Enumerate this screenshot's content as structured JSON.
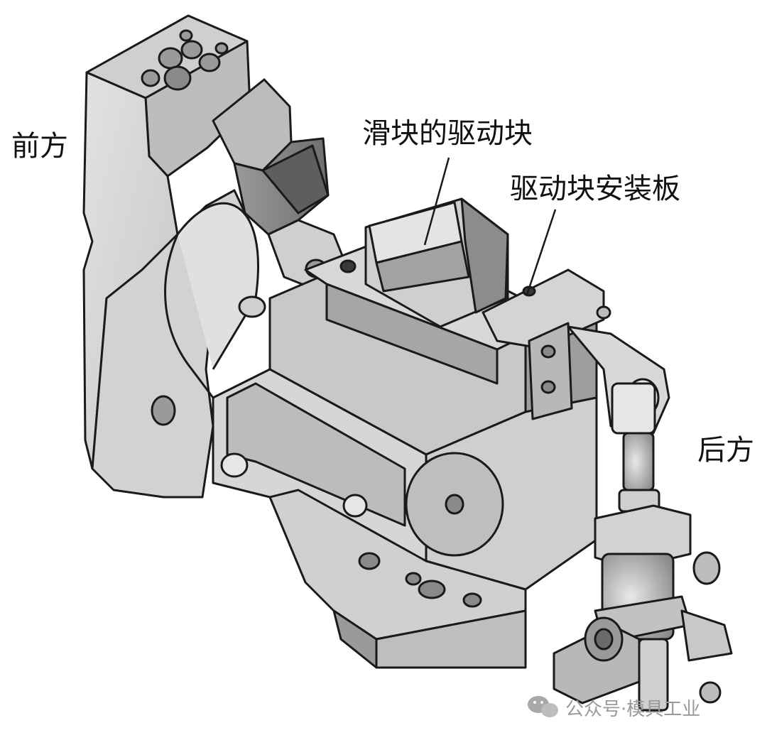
{
  "labels": {
    "front": "前方",
    "slider_drive_block": "滑块的驱动块",
    "drive_block_mount_plate": "驱动块安装板",
    "rear": "后方"
  },
  "watermark": {
    "icon": "wechat-icon",
    "text": "公众号·模具工业"
  },
  "colors": {
    "line": "#1a1a1a",
    "face_light": "#d6d6d6",
    "face_mid": "#bdbdbd",
    "face_dark": "#8f8f8f",
    "face_shadow": "#5e5e5e"
  }
}
